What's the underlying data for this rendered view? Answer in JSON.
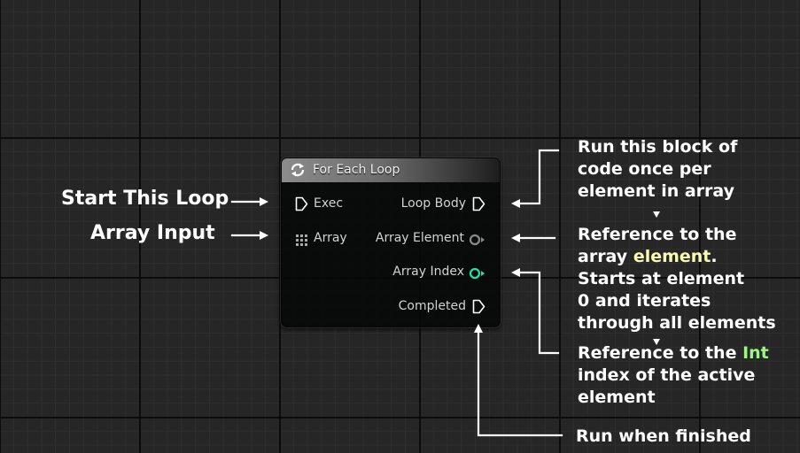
{
  "node": {
    "title": "For Each Loop",
    "inputs": [
      {
        "label": "Exec",
        "icon": "exec-pin-icon"
      },
      {
        "label": "Array",
        "icon": "array-pin-icon"
      }
    ],
    "outputs": [
      {
        "label": "Loop Body",
        "icon": "exec-pin-icon"
      },
      {
        "label": "Array Element",
        "icon": "wildcard-pin-icon"
      },
      {
        "label": "Array Index",
        "icon": "int-pin-icon"
      },
      {
        "label": "Completed",
        "icon": "exec-pin-icon"
      }
    ],
    "colors": {
      "int_pin": "#1fe3ac",
      "wildcard_pin": "#888888",
      "header": "#8b8b8b"
    }
  },
  "annotations": {
    "start_loop": "Start This Loop",
    "array_input": "Array Input",
    "loop_body": {
      "line1": "Run this block of",
      "line2": "code once per",
      "line3": "element in array"
    },
    "array_element": {
      "line1": "Reference to the",
      "line2_pre": "array ",
      "line2_hl": "element",
      "line2_post": ".",
      "line3": "Starts at element",
      "line4": "0 and iterates",
      "line5": "through all elements"
    },
    "array_index": {
      "line1_pre": "Reference to the ",
      "line1_hl": "Int",
      "line2": "index of the active",
      "line3": "element"
    },
    "completed": "Run when  finished"
  }
}
